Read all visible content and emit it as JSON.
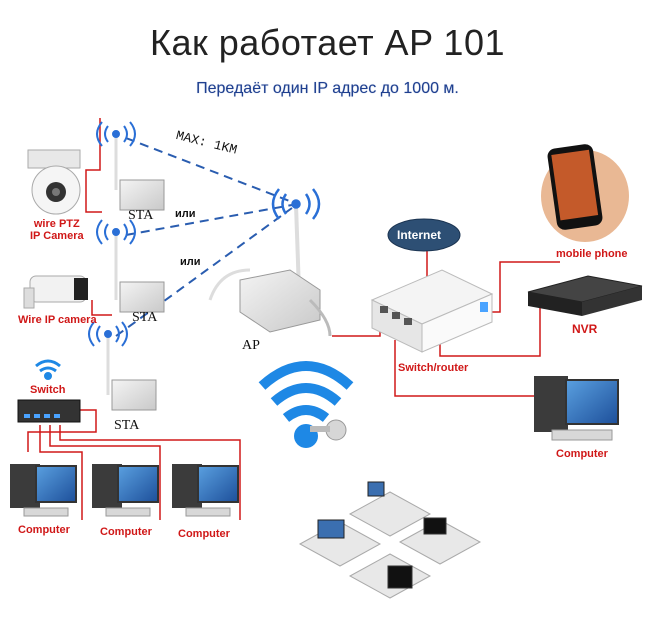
{
  "header": {
    "title": "Как работает AP 101",
    "subtitle": "Передаёт один IP адрес до 1000 м."
  },
  "labels": {
    "max_distance": "MAX: 1KM",
    "sta_1": "STA",
    "sta_2": "STA",
    "sta_3": "STA",
    "ap": "AP",
    "or_1": "или",
    "or_2": "или",
    "ptz_camera": "wire PTZ\nIP Camera",
    "ip_camera": "Wire IP camera",
    "switch_left": "Switch",
    "computer_1": "Computer",
    "computer_2": "Computer",
    "computer_3": "Computer",
    "internet": "Internet",
    "switch_router": "Switch/router",
    "mobile_phone": "mobile phone",
    "nvr": "NVR",
    "computer_right": "Computer"
  },
  "colors": {
    "link_red": "#d01818",
    "wireless_blue": "#2a5db0",
    "wifi_blue": "#1e88e5",
    "title_dark": "#222222",
    "subtitle_blue": "#1f3f8f"
  }
}
